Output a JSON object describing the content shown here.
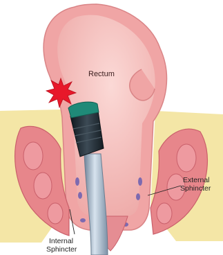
{
  "labels": {
    "rectum": "Rectum",
    "external_sphincter_line1": "External",
    "external_sphincter_line2": "Sphincter",
    "internal_sphincter_line1": "Internal",
    "internal_sphincter_line2": "Sphincter"
  },
  "colors": {
    "background": "#ffffff",
    "fat": "#f4e6a6",
    "rectum_wall": "#f0a5a5",
    "rectum_lumen": "#f7c9c6",
    "muscle": "#e7868b",
    "muscle_dark": "#c95f6a",
    "vessel": "#7d6ab0",
    "burst": "#e8182a",
    "probe_tip": "#1f8a78",
    "probe_body": "#26313a",
    "cable": "#9fb3c6"
  },
  "icons": {
    "burst": "pain-burst-icon"
  }
}
